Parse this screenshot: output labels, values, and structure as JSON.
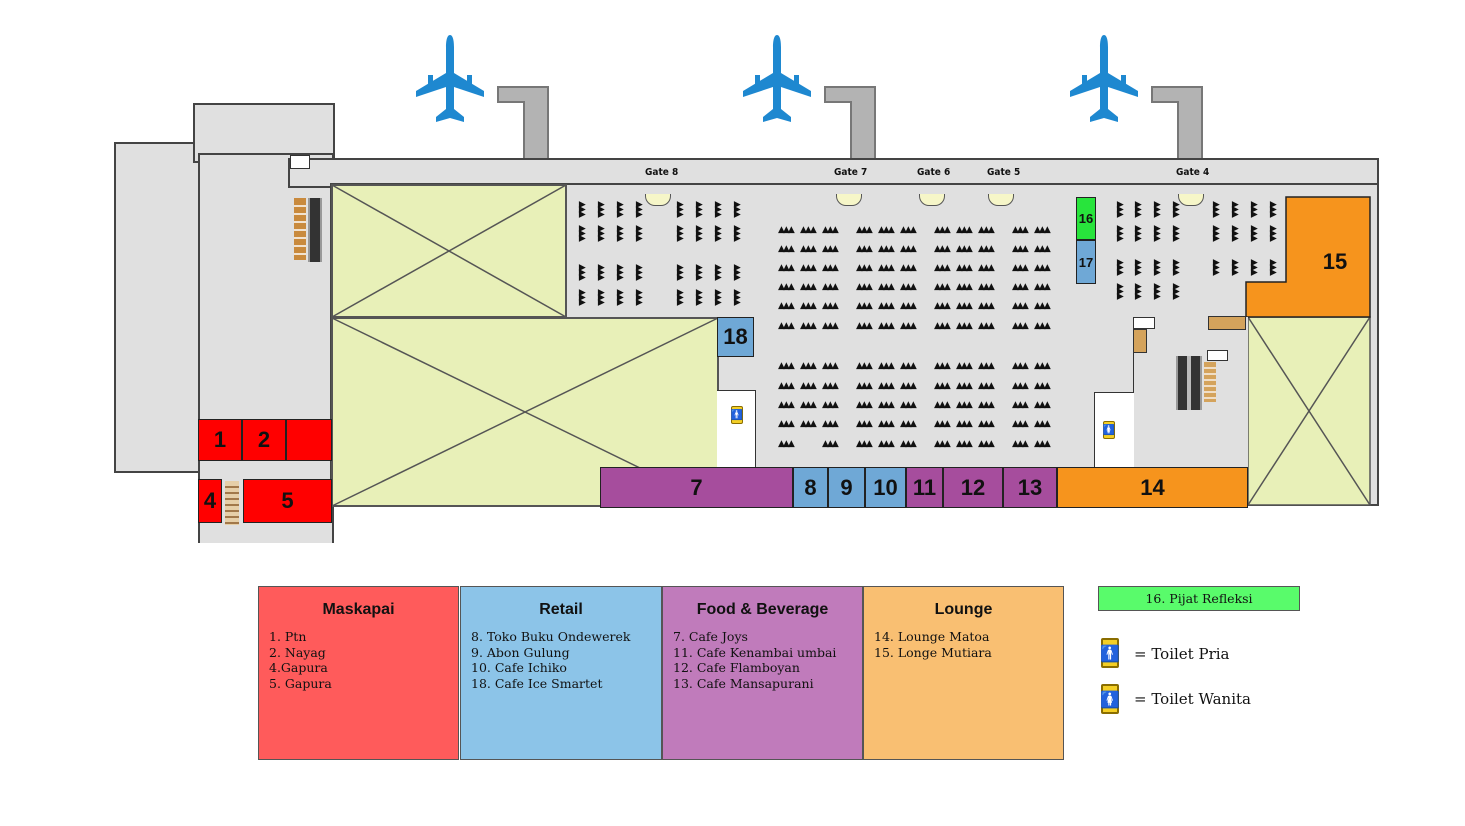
{
  "map": {
    "gates": [
      {
        "label": "Gate 8"
      },
      {
        "label": "Gate 7"
      },
      {
        "label": "Gate 6"
      },
      {
        "label": "Gate 5"
      },
      {
        "label": "Gate 4"
      }
    ],
    "zones": {
      "z1": "1",
      "z2": "2",
      "z4": "4",
      "z5": "5",
      "z7": "7",
      "z8": "8",
      "z9": "9",
      "z10": "10",
      "z11": "11",
      "z12": "12",
      "z13": "13",
      "z14": "14",
      "z15": "15",
      "z16": "16",
      "z17": "17",
      "z18": "18"
    },
    "icons": {
      "airplane": "airplane-icon",
      "escalator": "escalator-icon",
      "stairs": "stairs-icon",
      "toilet_male": "toilet-male-icon",
      "toilet_female": "toilet-female-icon",
      "seat": "seating-icon"
    },
    "seat_glyph": "▲▲▲",
    "colors": {
      "maskapai": "#ff0000",
      "retail": "#6fa8d6",
      "food_beverage": "#a64d9d",
      "lounge": "#f6941d",
      "pijat": "#28e43c",
      "airplane": "#1e88d0",
      "void": "#e8f0b8",
      "floor": "#e0e0e0"
    }
  },
  "legend": {
    "categories": [
      {
        "title": "Maskapai",
        "color": "#ff5b5b",
        "items": [
          "1. Ptn",
          "2. Nayag",
          "4.Gapura",
          "5. Gapura"
        ]
      },
      {
        "title": "Retail",
        "color": "#8cc4e8",
        "items": [
          "8. Toko Buku Ondewerek",
          "9. Abon Gulung",
          "10. Cafe Ichiko",
          "18. Cafe Ice Smartet"
        ]
      },
      {
        "title": "Food & Beverage",
        "color": "#c07bbb",
        "items": [
          "7. Cafe Joys",
          "11. Cafe Kenambai umbai",
          "12. Cafe Flamboyan",
          "13. Cafe Mansapurani"
        ]
      },
      {
        "title": "Lounge",
        "color": "#f9bf72",
        "items": [
          "14. Lounge Matoa",
          "15. Longe Mutiara"
        ]
      }
    ],
    "pijat": "16. Pijat Refleksi",
    "toilet_pria": "= Toilet Pria",
    "toilet_wanita": "= Toilet Wanita",
    "male_glyph": "🚹",
    "female_glyph": "🚺"
  }
}
